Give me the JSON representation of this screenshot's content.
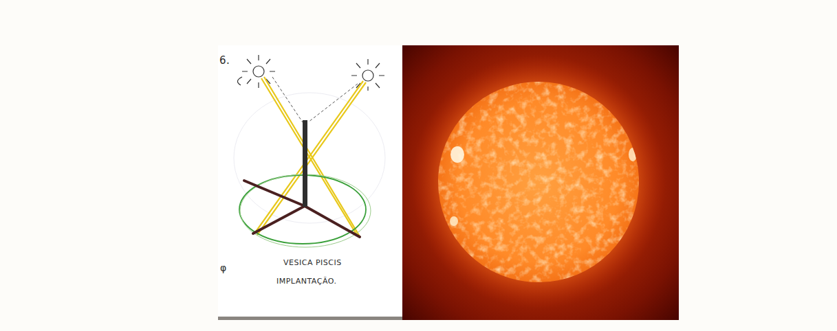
{
  "diagram": {
    "labels": [
      "6.",
      "VESICA PISCIS",
      "IMPLANTAÇÃO.",
      "φ"
    ]
  }
}
